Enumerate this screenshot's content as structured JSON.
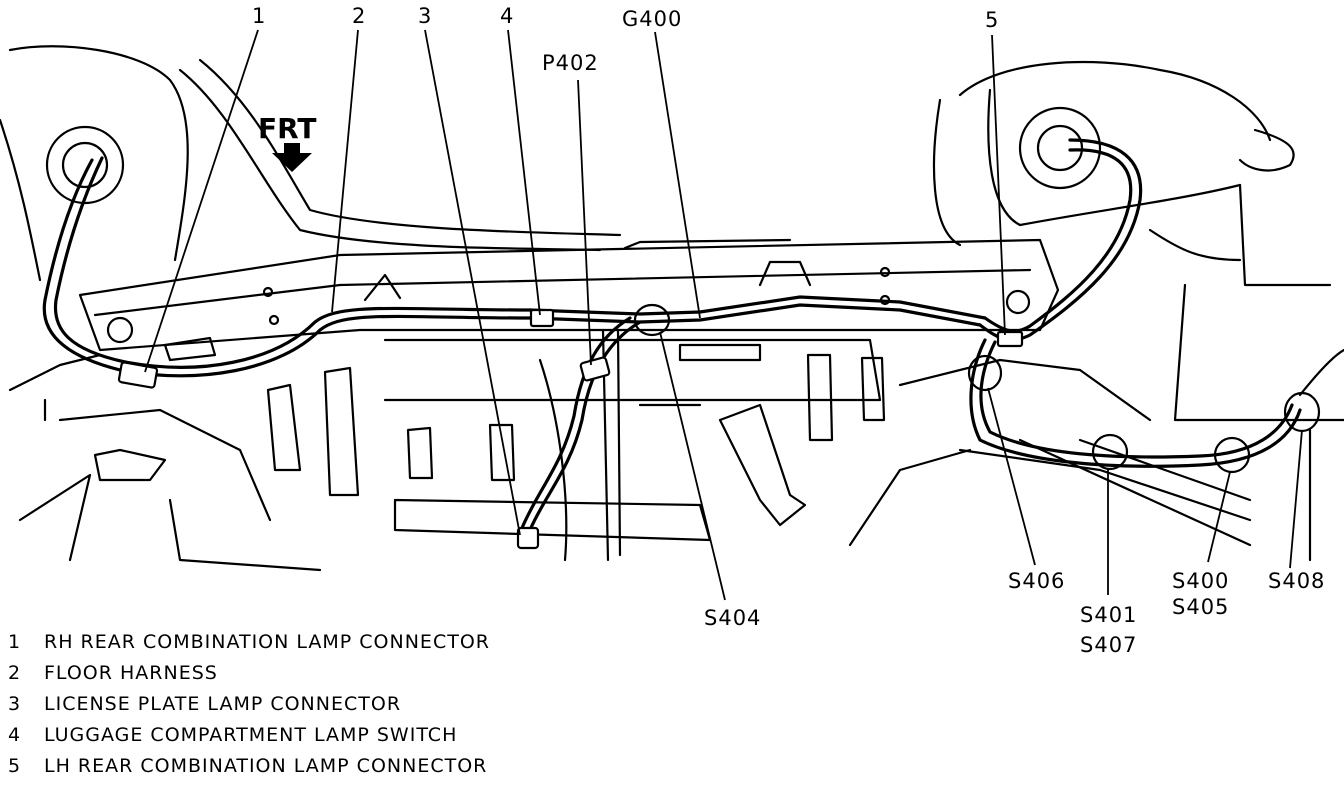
{
  "direction": "FRT",
  "callouts": [
    "1",
    "2",
    "3",
    "4",
    "5"
  ],
  "labels": {
    "p402": "P402",
    "g400": "G400",
    "s404": "S404",
    "s406": "S406",
    "s401": "S401",
    "s407": "S407",
    "s400": "S400",
    "s405": "S405",
    "s408": "S408"
  },
  "legend": [
    {
      "num": "1",
      "text": "RH REAR COMBINATION LAMP CONNECTOR"
    },
    {
      "num": "2",
      "text": "FLOOR HARNESS"
    },
    {
      "num": "3",
      "text": "LICENSE PLATE LAMP CONNECTOR"
    },
    {
      "num": "4",
      "text": "LUGGAGE COMPARTMENT LAMP SWITCH"
    },
    {
      "num": "5",
      "text": "LH REAR COMBINATION LAMP CONNECTOR"
    }
  ]
}
